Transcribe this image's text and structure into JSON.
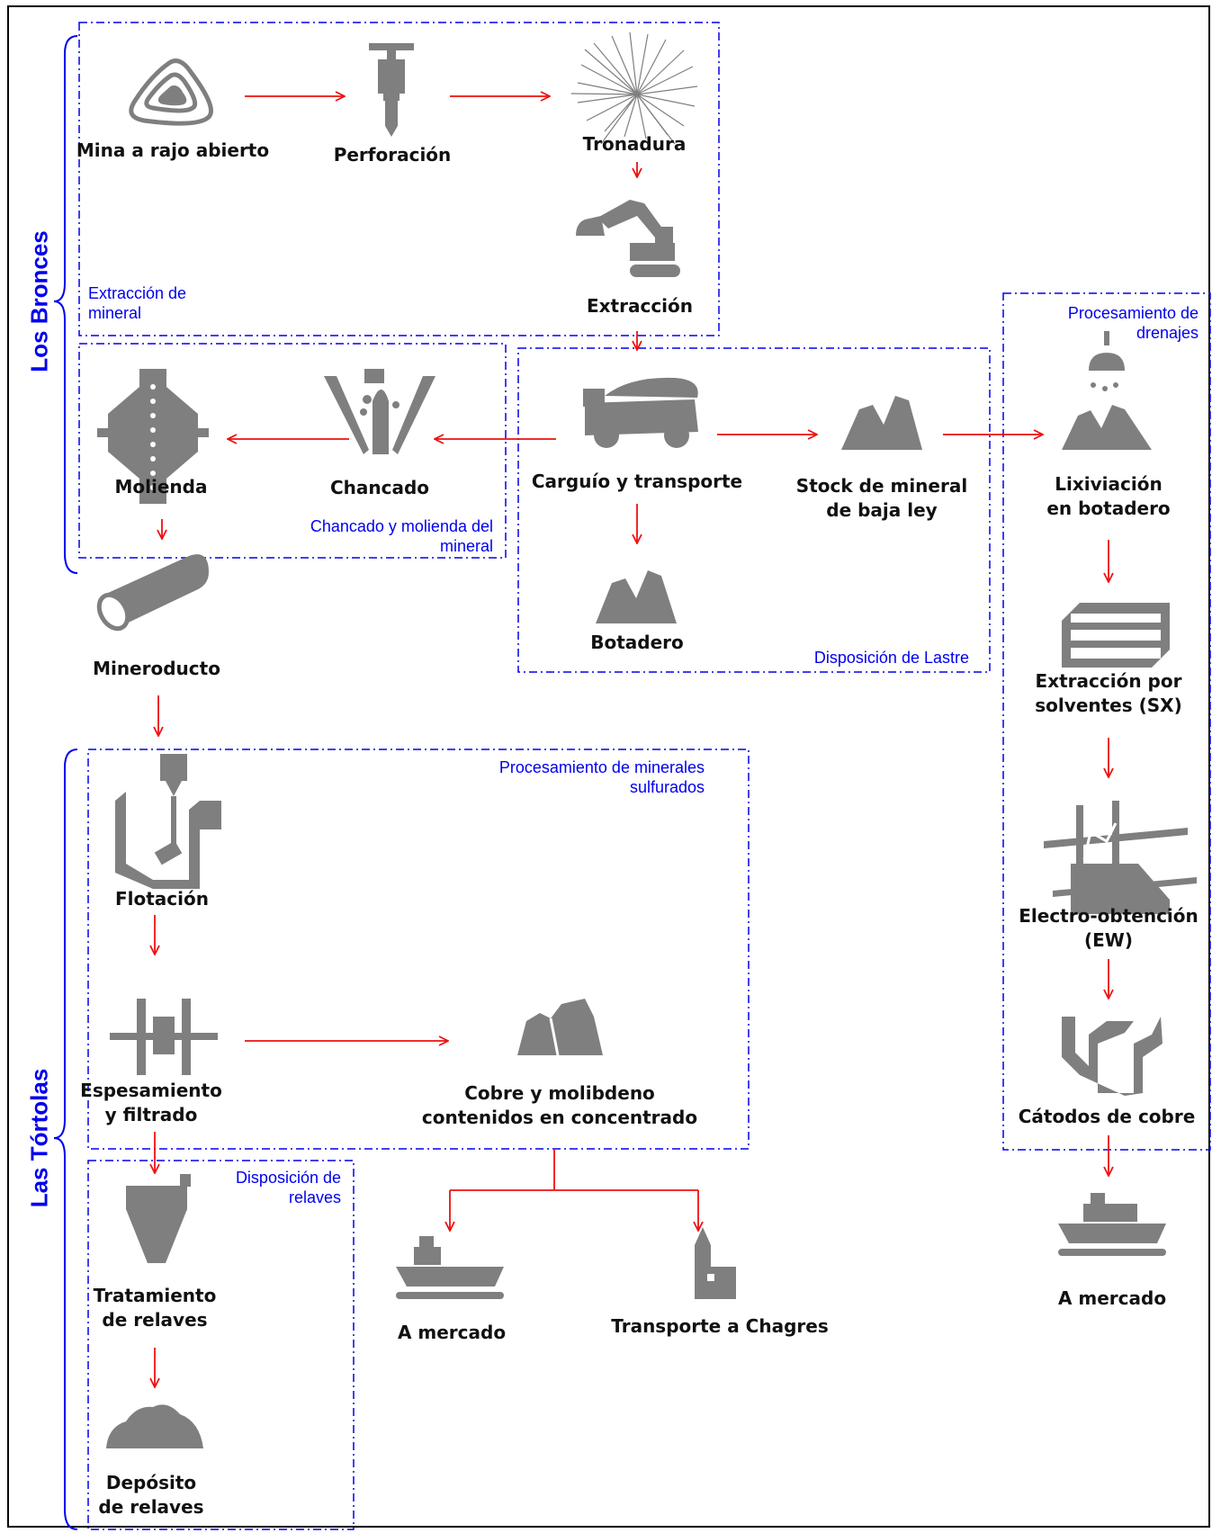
{
  "colors": {
    "arrow": "#ee1111",
    "group_border": "#0000ee",
    "icon": "#7f7f7f",
    "text": "#111111"
  },
  "sides": {
    "top": "Los Bronces",
    "bottom": "Las Tórtolas"
  },
  "groups": {
    "extraccion": [
      "Extracción de",
      "mineral"
    ],
    "chancado": [
      "Chancado y molienda del",
      "mineral"
    ],
    "lastre": [
      "Disposición de Lastre"
    ],
    "drenajes": [
      "Procesamiento de",
      "drenajes"
    ],
    "sulfurados": [
      "Procesamiento de minerales",
      "sulfurados"
    ],
    "relaves": [
      "Disposición de",
      "relaves"
    ]
  },
  "steps": {
    "mina": [
      "Mina a rajo abierto"
    ],
    "perforacion": [
      "Perforación"
    ],
    "tronadura": [
      "Tronadura"
    ],
    "extraccion": [
      "Extracción"
    ],
    "molienda": [
      "Molienda"
    ],
    "chancado": [
      "Chancado"
    ],
    "carguio": [
      "Carguío y transporte"
    ],
    "stock": [
      "Stock de mineral",
      "de baja ley"
    ],
    "lixiviacion": [
      "Lixiviación",
      "en botadero"
    ],
    "botadero": [
      "Botadero"
    ],
    "mineroducto": [
      "Mineroducto"
    ],
    "sx": [
      "Extracción por",
      "solventes (SX)"
    ],
    "flotacion": [
      "Flotación"
    ],
    "ew": [
      "Electro-obtención",
      "(EW)"
    ],
    "espesamiento": [
      "Espesamiento",
      "y filtrado"
    ],
    "concentrado": [
      "Cobre y molibdeno",
      "contenidos en concentrado"
    ],
    "catodos": [
      "Cátodos de cobre"
    ],
    "tratamiento": [
      "Tratamiento",
      "de  relaves"
    ],
    "mercado1": [
      "A mercado"
    ],
    "chagres": [
      "Transporte a Chagres"
    ],
    "mercado2": [
      "A mercado"
    ],
    "deposito": [
      "Depósito",
      "de relaves"
    ]
  }
}
